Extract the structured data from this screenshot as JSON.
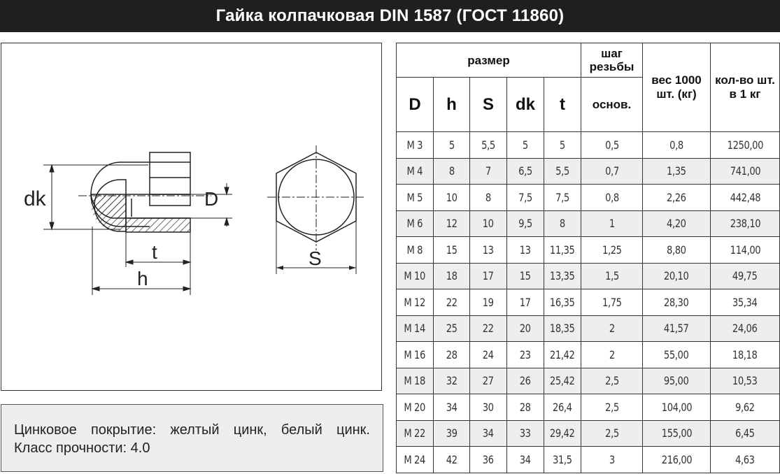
{
  "title": "Гайка колпачковая DIN 1587 (ГОСТ 11860)",
  "drawing": {
    "labels": {
      "dk": "dk",
      "D": "D",
      "t": "t",
      "h": "h",
      "S": "S"
    }
  },
  "note": {
    "coating": "Цинковое покрытие: желтый цинк, белый цинк.",
    "strength": "Класс прочности: 4.0"
  },
  "table": {
    "group_size": "размер",
    "group_pitch": "шаг резьбы",
    "col_weight": "вес 1000 шт. (кг)",
    "col_qty": "кол-во шт. в 1 кг",
    "sub_headers": [
      "D",
      "h",
      "S",
      "dk",
      "t",
      "основ."
    ],
    "rows": [
      [
        "М 3",
        "5",
        "5,5",
        "5",
        "5",
        "0,5",
        "0,8",
        "1250,00"
      ],
      [
        "М 4",
        "8",
        "7",
        "6,5",
        "5,5",
        "0,7",
        "1,35",
        "741,00"
      ],
      [
        "М 5",
        "10",
        "8",
        "7,5",
        "7,5",
        "0,8",
        "2,26",
        "442,48"
      ],
      [
        "М 6",
        "12",
        "10",
        "9,5",
        "8",
        "1",
        "4,20",
        "238,10"
      ],
      [
        "М 8",
        "15",
        "13",
        "13",
        "11,35",
        "1,25",
        "8,80",
        "114,00"
      ],
      [
        "М 10",
        "18",
        "17",
        "15",
        "13,35",
        "1,5",
        "20,10",
        "49,75"
      ],
      [
        "М 12",
        "22",
        "19",
        "17",
        "16,35",
        "1,75",
        "28,30",
        "35,34"
      ],
      [
        "М 14",
        "25",
        "22",
        "20",
        "18,35",
        "2",
        "41,57",
        "24,06"
      ],
      [
        "М 16",
        "28",
        "24",
        "23",
        "21,42",
        "2",
        "55,00",
        "18,18"
      ],
      [
        "М 18",
        "32",
        "27",
        "26",
        "25,42",
        "2,5",
        "95,00",
        "10,53"
      ],
      [
        "М 20",
        "34",
        "30",
        "28",
        "26,4",
        "2,5",
        "104,00",
        "9,62"
      ],
      [
        "М 22",
        "39",
        "34",
        "33",
        "29,42",
        "2,5",
        "155,00",
        "6,45"
      ],
      [
        "М 24",
        "42",
        "36",
        "34",
        "31,5",
        "3",
        "216,00",
        "4,63"
      ]
    ]
  }
}
